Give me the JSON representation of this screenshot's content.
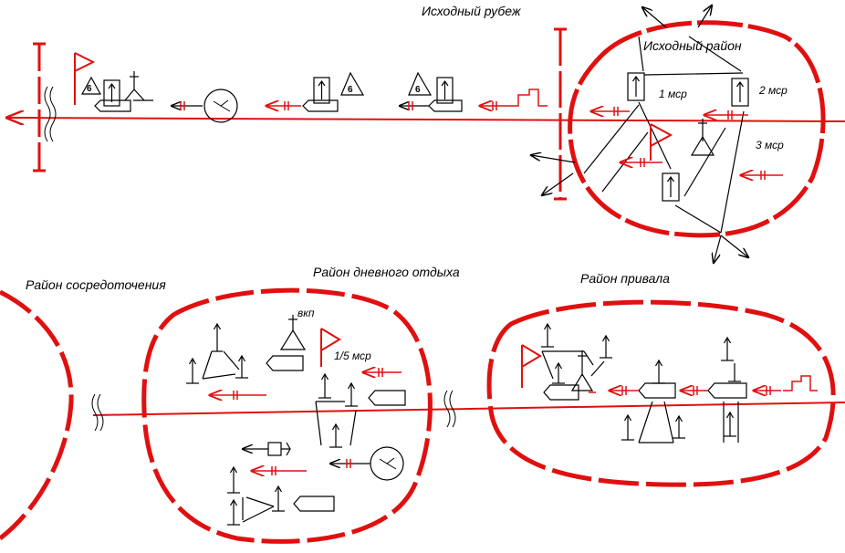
{
  "labels": {
    "start_line": "Исходный рубеж",
    "start_area": "Исходный район",
    "msr1": "1 мср",
    "msr2": "2 мср",
    "msr3": "3 мср",
    "concentration_area": "Район сосредоточения",
    "day_rest_area": "Район дневного отдыха",
    "halt_area": "Район привала",
    "vkp": "вкп",
    "msr_1_5": "1/5 мср"
  },
  "symbols": {
    "triangle_letter": "6"
  },
  "colors": {
    "route": "#e01010",
    "ink": "#000000"
  }
}
